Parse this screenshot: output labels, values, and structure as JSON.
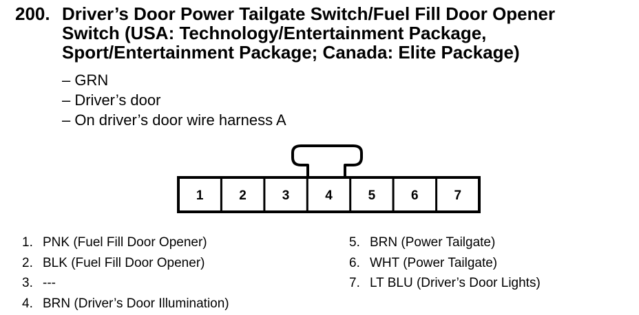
{
  "heading": {
    "number": "200.",
    "lines": [
      "Driver’s Door Power Tailgate Switch/Fuel Fill Door Opener",
      "Switch (USA: Technology/Entertainment Package,",
      "Sport/Entertainment Package; Canada: Elite Package)"
    ]
  },
  "details": [
    "– GRN",
    "– Driver’s door",
    "– On driver’s door wire harness A"
  ],
  "connector": {
    "pins": [
      "1",
      "2",
      "3",
      "4",
      "5",
      "6",
      "7"
    ]
  },
  "pin_list": {
    "left": [
      {
        "num": "1.",
        "text": "PNK (Fuel Fill Door Opener)"
      },
      {
        "num": "2.",
        "text": "BLK (Fuel Fill Door Opener)"
      },
      {
        "num": "3.",
        "text": "---"
      },
      {
        "num": "4.",
        "text": "BRN (Driver’s Door Illumination)"
      }
    ],
    "right": [
      {
        "num": "5.",
        "text": "BRN (Power Tailgate)"
      },
      {
        "num": "6.",
        "text": "WHT (Power Tailgate)"
      },
      {
        "num": "7.",
        "text": "LT BLU (Driver’s Door Lights)"
      }
    ]
  }
}
